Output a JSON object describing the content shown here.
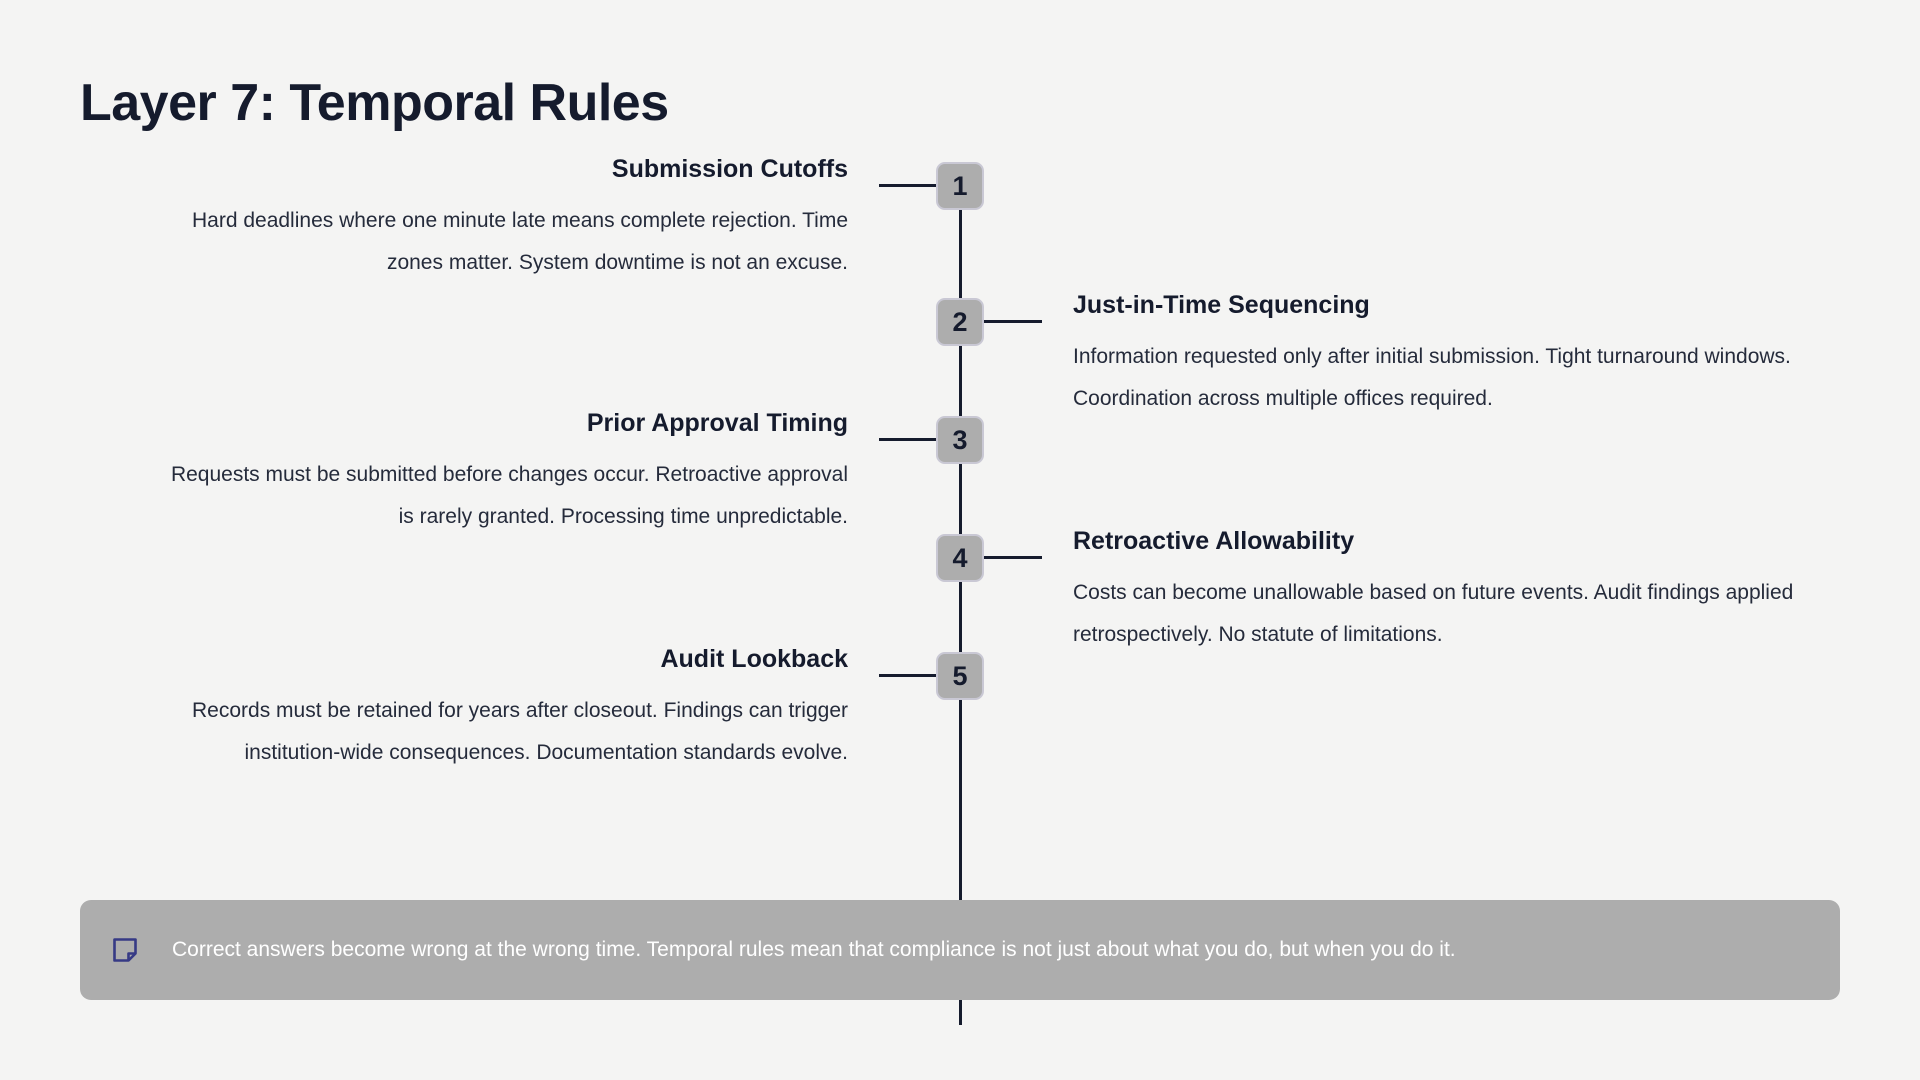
{
  "page": {
    "title": "Layer 7: Temporal Rules",
    "background_color": "#f4f4f3",
    "text_color": "#151b2d"
  },
  "timeline": {
    "spine_color": "#151b2d",
    "marker_fill": "#adadad",
    "marker_border": "#c9c8d4",
    "items": [
      {
        "number": "1",
        "side": "left",
        "title": "Submission Cutoffs",
        "description": "Hard deadlines where one minute late means complete rejection. Time zones matter. System downtime is not an excuse."
      },
      {
        "number": "2",
        "side": "right",
        "title": "Just-in-Time Sequencing",
        "description": "Information requested only after initial submission. Tight turnaround windows. Coordination across multiple offices required."
      },
      {
        "number": "3",
        "side": "left",
        "title": "Prior Approval Timing",
        "description": "Requests must be submitted before changes occur. Retroactive approval is rarely granted. Processing time unpredictable."
      },
      {
        "number": "4",
        "side": "right",
        "title": "Retroactive Allowability",
        "description": "Costs can become unallowable based on future events. Audit findings applied retrospectively. No statute of limitations."
      },
      {
        "number": "5",
        "side": "left",
        "title": "Audit Lookback",
        "description": "Records must be retained for years after closeout. Findings can trigger institution-wide consequences. Documentation standards evolve."
      }
    ]
  },
  "callout": {
    "icon": "sticky-note-icon",
    "icon_color": "#363a85",
    "background_color": "#adadad",
    "text_color": "#ffffff",
    "text": "Correct answers become wrong at the wrong time. Temporal rules mean that compliance is not just about what you do, but when you do it."
  }
}
